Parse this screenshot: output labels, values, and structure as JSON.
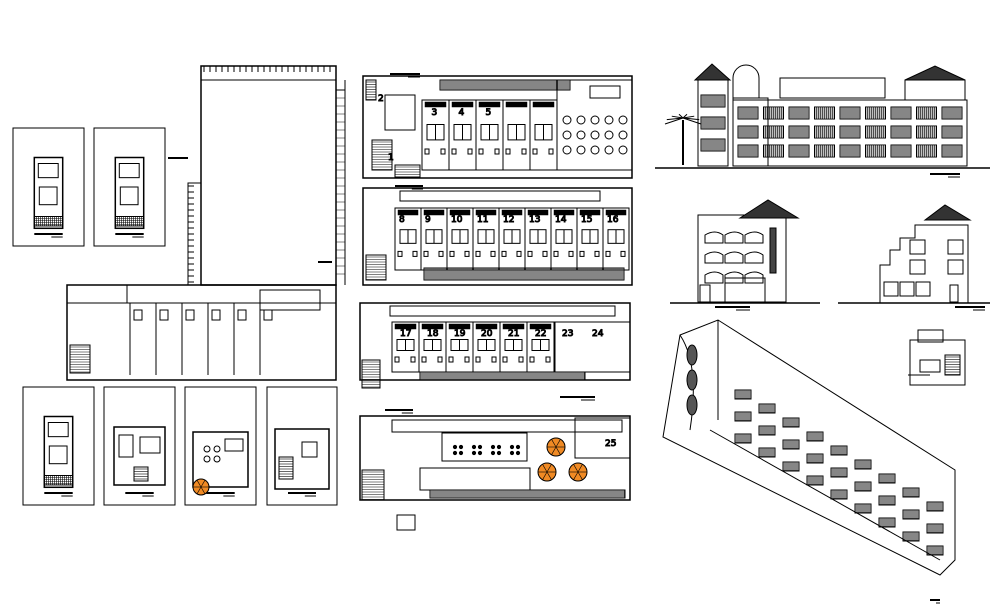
{
  "drawing": {
    "colors": {
      "line": "#000000",
      "background": "#ffffff",
      "accent_furniture": "#f08a24"
    },
    "room_numbers": {
      "first_floor": [
        "1",
        "2",
        "3",
        "4",
        "5"
      ],
      "second_floor": [
        "8",
        "9",
        "10",
        "11",
        "12",
        "13",
        "14",
        "15",
        "16"
      ],
      "third_floor": [
        "17",
        "18",
        "19",
        "20",
        "21",
        "22",
        "23",
        "24"
      ],
      "roof_floor": [
        "25"
      ]
    }
  }
}
